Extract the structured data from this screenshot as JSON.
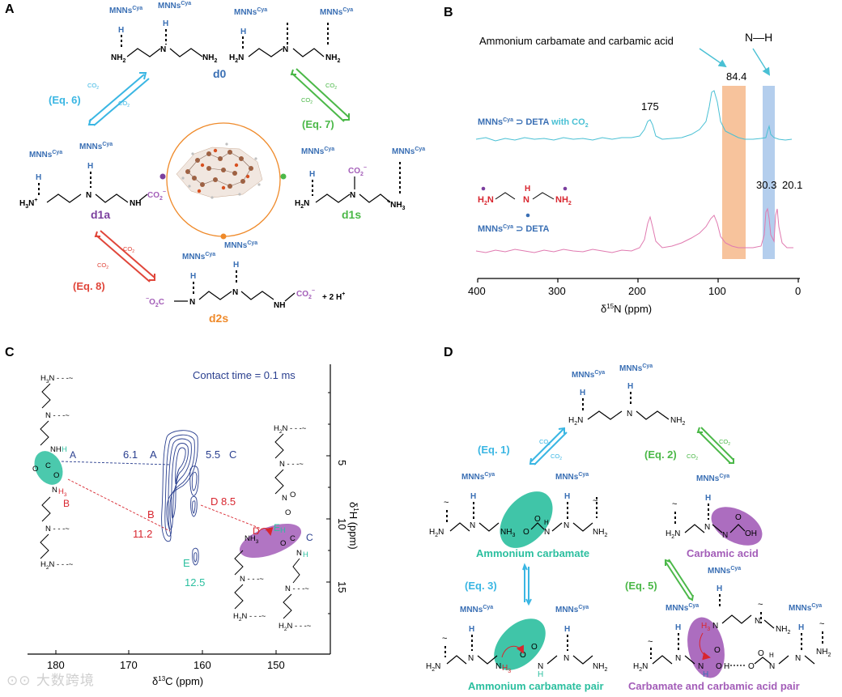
{
  "colors": {
    "mnns": "#3a6fb4",
    "eq6": "#3ab6e3",
    "eq7": "#4bb848",
    "eq8": "#e0463a",
    "d0": "#3a6fb4",
    "d1a": "#7b3f9e",
    "d1s": "#4bb848",
    "d2s": "#ef8a2a",
    "cyan_spec": "#49c0d4",
    "pink_spec": "#e07ab0",
    "orange_band": "#f6b98b",
    "blue_band": "#a7c6ea",
    "contour": "#2a3f8f",
    "teal": "#2bbf9f",
    "purple": "#a35db8",
    "red": "#d8262f"
  },
  "panels": {
    "a": "A",
    "b": "B",
    "c": "C",
    "d": "D"
  },
  "panelA": {
    "mnns": "MNNs",
    "cya": "Cya",
    "h": "H",
    "co2": "CO",
    "sub2": "2",
    "nh2": "NH",
    "nh": "NH",
    "n": "N",
    "h3n": "H",
    "d0": "d0",
    "d1a": "d1a",
    "d1s": "d1s",
    "d2s": "d2s",
    "eq6": "(Eq. 6)",
    "eq7": "(Eq. 7)",
    "eq8": "(Eq. 8)",
    "plus2h": "+ 2 H",
    "o2c": "O",
    "co2minus": "CO",
    "minus": "−",
    "plus": "+"
  },
  "panelB": {
    "annotation": "Ammonium carbamate and carbamic acid",
    "nh_label": "N—H",
    "peak_175": "175",
    "peak_84": "84.4",
    "peak_30": "30.3",
    "peak_20": "20.1",
    "trace1_label": "MNNs",
    "trace1_sup": "Cya",
    "trace1_rest": " ⊃ DETA",
    "trace1_with": " with CO",
    "trace1_sub": "2",
    "trace2_label": "MNNs",
    "trace2_sup": "Cya",
    "trace2_rest": " ⊃ DETA",
    "xaxis_label": "δ",
    "xaxis_sup": "15",
    "xaxis_rest": "N (ppm)",
    "xticks": [
      "400",
      "300",
      "200",
      "100",
      "0"
    ],
    "h2n": "H",
    "h2n_sub": "2",
    "h2n_n": "N",
    "nh2r": "NH",
    "nh2r_sub": "2",
    "nmid": "N",
    "hmid": "H"
  },
  "panelC": {
    "contact": "Contact time = 0.1 ms",
    "xaxis_label": "δ",
    "xaxis_sup": "13",
    "xaxis_rest": "C (ppm)",
    "yaxis_label": "δ",
    "yaxis_sup": "1",
    "yaxis_rest": "H (ppm)",
    "xticks": [
      "180",
      "170",
      "160",
      "150"
    ],
    "yticks": [
      "5",
      "10",
      "15"
    ],
    "lbl_61": "6.1",
    "lbl_A": "A",
    "lbl_55": "5.5",
    "lbl_C": "C",
    "lbl_B": "B",
    "lbl_112": "11.2",
    "lbl_D": "D",
    "lbl_85": "D 8.5",
    "lbl_E": "E",
    "lbl_125": "12.5",
    "h3n": "H",
    "h3n_sub": "3",
    "h3n_n": "N",
    "h2n": "H",
    "h2n_sub": "2",
    "h2n_n": "N",
    "n": "N",
    "h": "H",
    "nh": "NH",
    "nh3": "NH",
    "o": "O",
    "c": "C",
    "a": "A",
    "b": "B",
    "nh2": "NH",
    "sub2": "2",
    "sub3": "3",
    "e": "E"
  },
  "panelD": {
    "mnns": "MNNs",
    "cya": "Cya",
    "h": "H",
    "n": "N",
    "nh2": "NH",
    "sub2": "2",
    "h2n": "H",
    "h2n_n": "N",
    "eq1": "(Eq. 1)",
    "eq2": "(Eq. 2)",
    "eq3": "(Eq. 3)",
    "eq5": "(Eq. 5)",
    "co2": "CO",
    "ammonium_carbamate": "Ammonium carbamate",
    "carbamic_acid": "Carbamic acid",
    "ammonium_carbamate_pair": "Ammonium carbamate pair",
    "carbamate_acid_pair": "Carbamate and carbamic acid pair",
    "nh3": "NH",
    "sub3": "3",
    "o": "O",
    "oh": "OH",
    "h3": "H",
    "tilde": "~"
  },
  "watermark": "大数跨境"
}
